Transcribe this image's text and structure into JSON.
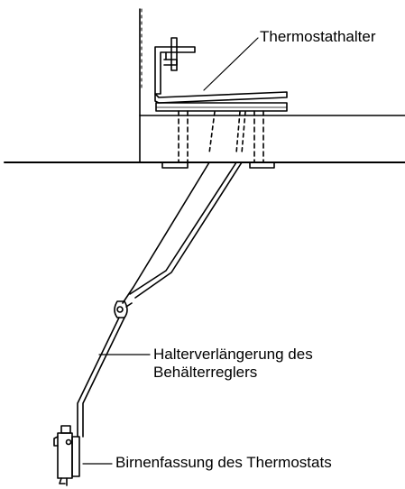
{
  "labels": {
    "thermostat_holder": "Thermostathalter",
    "holder_extension_line1": "Halterverlängerung des",
    "holder_extension_line2": "Behälterreglers",
    "bulb_socket": "Birnenfassung des Thermostats"
  },
  "colors": {
    "line": "#000000",
    "background": "#ffffff"
  }
}
